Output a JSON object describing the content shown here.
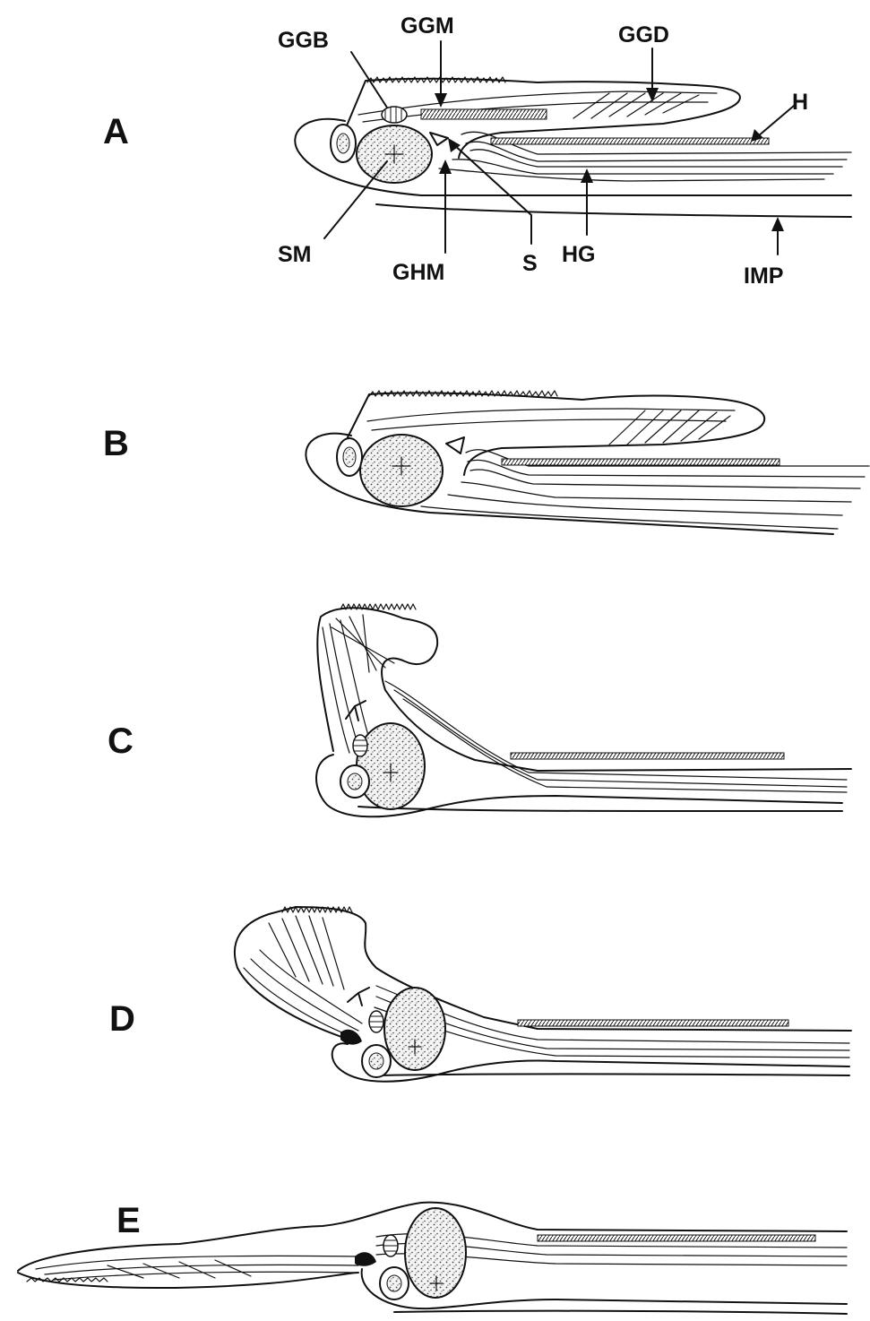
{
  "figure": {
    "panels": [
      {
        "letter": "A"
      },
      {
        "letter": "B"
      },
      {
        "letter": "C"
      },
      {
        "letter": "D"
      },
      {
        "letter": "E"
      }
    ],
    "labels": {
      "ggb": "GGB",
      "ggm": "GGM",
      "ggd": "GGD",
      "h": "H",
      "sm": "SM",
      "ghm": "GHM",
      "s": "S",
      "hg": "HG",
      "imp": "IMP"
    }
  },
  "colors": {
    "ink": "#111111",
    "background": "#ffffff",
    "stipple": "#444444"
  }
}
